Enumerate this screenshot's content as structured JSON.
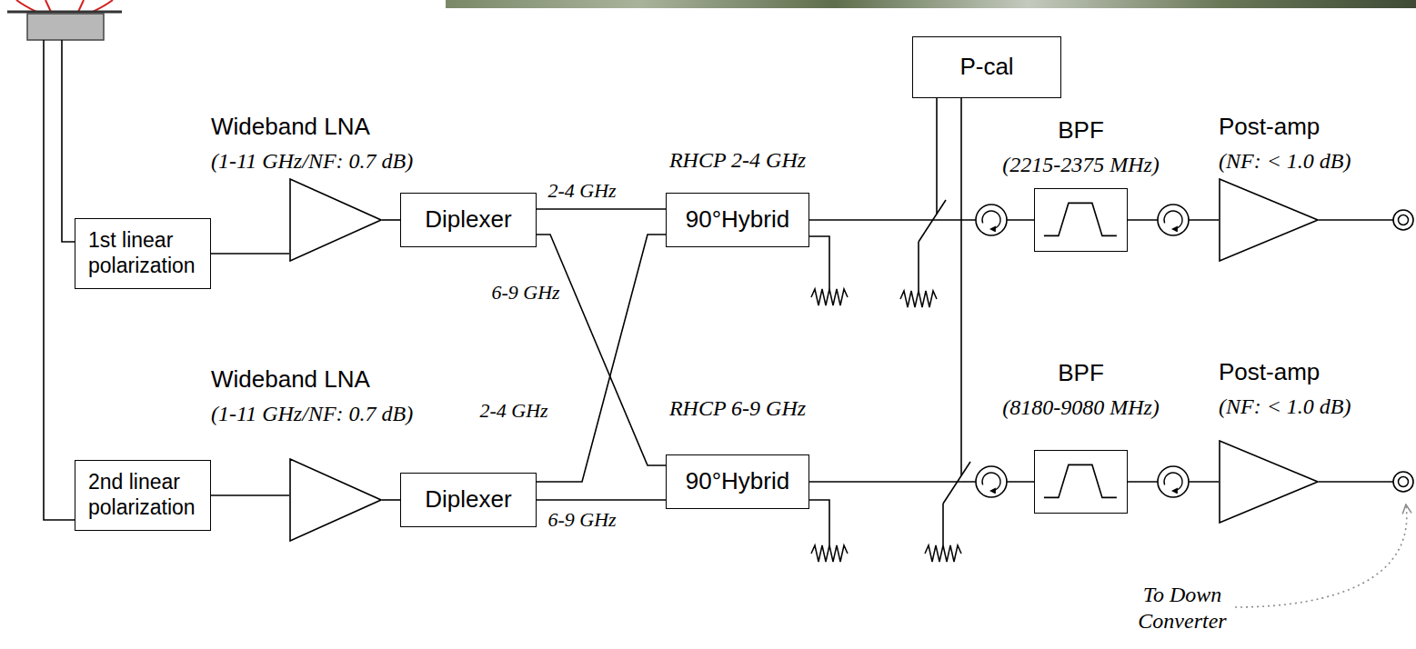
{
  "diagram": {
    "nodes": [
      {
        "text": [
          "1st linear polarization"
        ]
      },
      {
        "text": [
          "Wideband LNA",
          "(1-11 GHz/NF: 0.7 dB)"
        ]
      },
      {
        "text": [
          "Diplexer"
        ]
      },
      {
        "text": [
          "RHCP 2-4 GHz",
          "90°Hybrid"
        ]
      },
      {
        "text": [
          "P-cal"
        ]
      },
      {
        "text": [
          "BPF",
          "(2215-2375 MHz)"
        ]
      },
      {
        "text": [
          "Post-amp",
          "(NF: < 1.0 dB)"
        ]
      },
      {
        "text": [
          "2nd linear polarization"
        ]
      },
      {
        "text": [
          "Wideband LNA",
          "(1-11 GHz/NF: 0.7 dB)"
        ]
      },
      {
        "text": [
          "Diplexer"
        ]
      },
      {
        "text": [
          "RHCP 6-9 GHz",
          "90°Hybrid"
        ]
      },
      {
        "text": [
          "BPF",
          "(8180-9080 MHz)"
        ]
      },
      {
        "text": [
          "Post-amp",
          "(NF: < 1.0 dB)"
        ]
      }
    ],
    "edges": [
      {
        "from": 0,
        "to": 1,
        "arrow": "none"
      },
      {
        "from": 1,
        "to": 2,
        "arrow": "none"
      },
      {
        "from": 2,
        "to": 3,
        "label": "2-4 GHz",
        "arrow": "none"
      },
      {
        "from": 2,
        "to": 10,
        "label": "6-9 GHz",
        "arrow": "none"
      },
      {
        "from": 3,
        "to": 5,
        "arrow": "none"
      },
      {
        "from": 5,
        "to": 6,
        "arrow": "none"
      },
      {
        "from": 7,
        "to": 8,
        "arrow": "none"
      },
      {
        "from": 8,
        "to": 9,
        "arrow": "none"
      },
      {
        "from": 9,
        "to": 3,
        "label": "2-4 GHz",
        "arrow": "none"
      },
      {
        "from": 9,
        "to": 10,
        "label": "6-9 GHz",
        "arrow": "none"
      },
      {
        "from": 10,
        "to": 11,
        "arrow": "none"
      },
      {
        "from": 11,
        "to": 12,
        "arrow": "none"
      }
    ],
    "labels": [
      "To Down Converter"
    ]
  }
}
